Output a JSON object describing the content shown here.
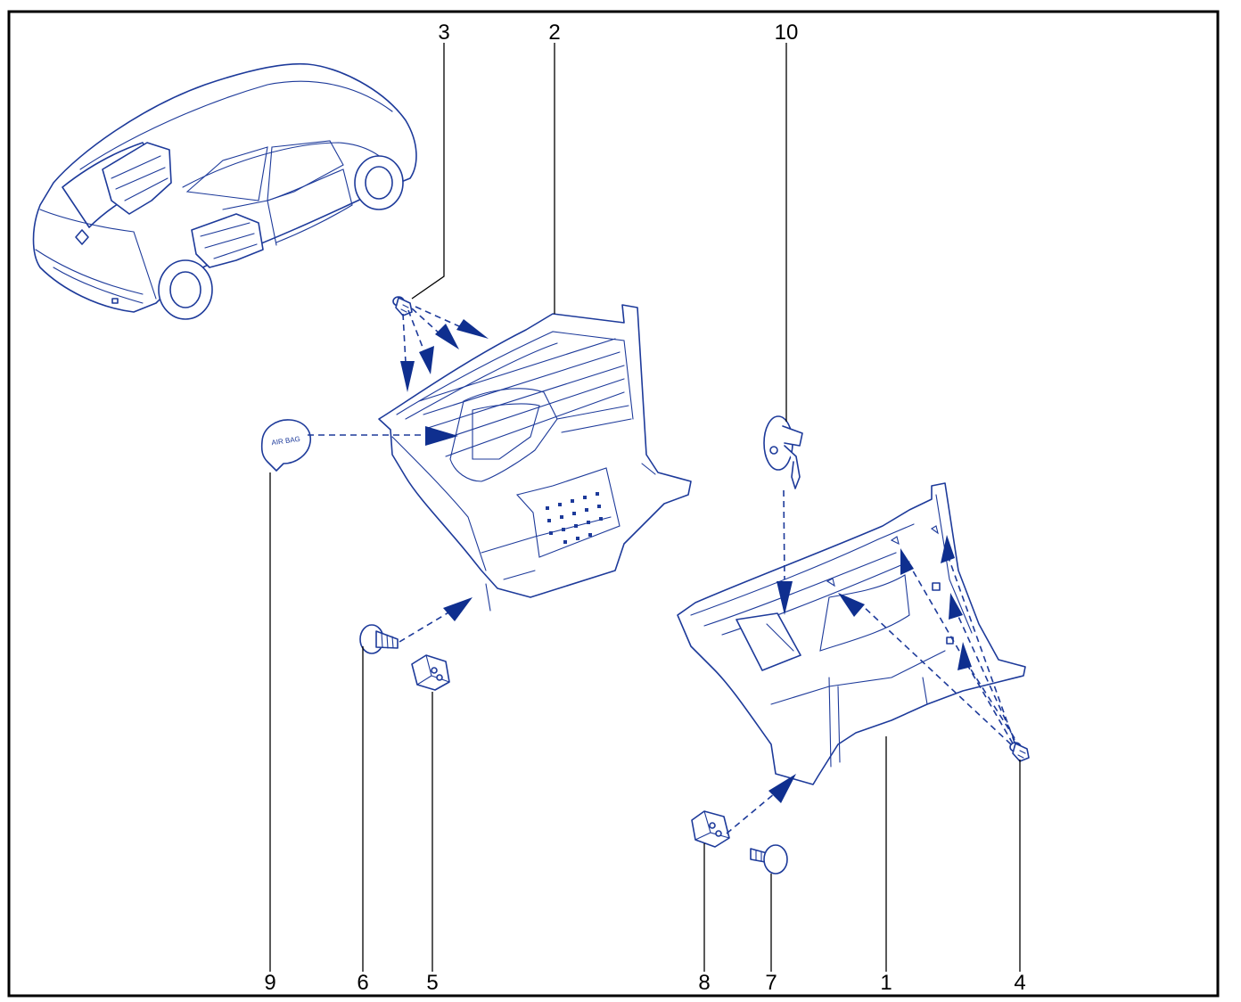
{
  "callouts": {
    "c1": "1",
    "c2": "2",
    "c3": "3",
    "c4": "4",
    "c5": "5",
    "c6": "6",
    "c7": "7",
    "c8": "8",
    "c9": "9",
    "c10": "10"
  },
  "airbag_cover_text": "AIR BAG",
  "colors": {
    "line": "#1d3a9a",
    "arrow": "#0f2f8f",
    "frame": "#000000",
    "background": "#ffffff"
  }
}
